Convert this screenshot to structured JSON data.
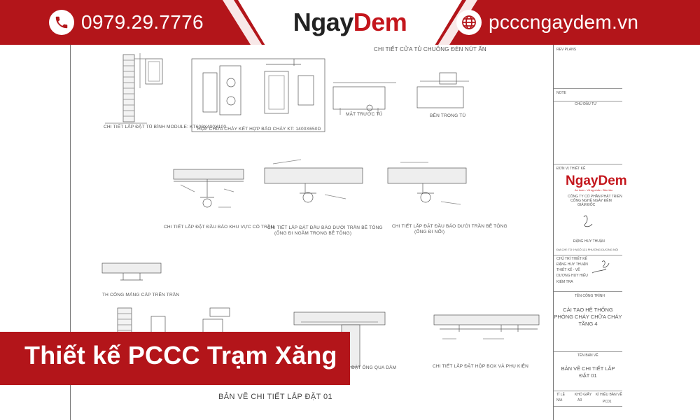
{
  "banner": {
    "phone": "0979.29.7776",
    "brand_left": "Ngay",
    "brand_right": "Dem",
    "website": "pcccngaydem.vn",
    "phone_icon": "phone-icon",
    "globe_icon": "globe-icon",
    "color_primary": "#b3151a",
    "color_brand": "#c4161c"
  },
  "drawing": {
    "top_header": "CHI TIẾT CỬA TỦ CHUÔNG ĐÈN NÚT ẤN",
    "detail_1": "CHI TIẾT LẮP ĐẶT TỦ BÌNH MODULE: KT600X400X100",
    "detail_2": "HỘP CHỮA CHÁY KẾT HỢP BÁO CHÁY KT: 1400X650D",
    "detail_3a": "MẶT TRƯỚC TỦ",
    "detail_3b": "BÊN TRONG TỦ",
    "detail_4": "CHI TIẾT LẮP ĐẶT ĐẦU BÁO KHU VỰC CÓ TRẦN",
    "detail_5a": "CHI TIẾT LẮP ĐẶT ĐẦU BÁO DƯỚI TRẦN BÊ TÔNG",
    "detail_5b": "(ỐNG ĐI NGẦM TRONG BÊ TÔNG)",
    "detail_6a": "CHI TIẾT LẮP ĐẶT ĐẦU BÁO DƯỚI TRẦN BÊ TÔNG",
    "detail_6b": "(ỐNG ĐI NỔI)",
    "detail_7": "TH CÔNG MÁNG CÁP TRÊN TRẦN",
    "detail_8": "ĐẶT ỐNG QUA DẦM",
    "detail_9": "CHI TIẾT LẮP ĐẶT HỘP BOX VÀ PHỤ KIỆN",
    "sheet_title": "BẢN VẼ CHI TIẾT LẮP ĐẶT 01"
  },
  "title_block": {
    "rev": "REV PLANS",
    "note": "NOTE",
    "owner": "CHỦ ĐẦU TƯ",
    "designer_unit": "ĐƠN VỊ THIẾT KẾ",
    "brand_left": "Ngay",
    "brand_right": "Dem",
    "slogan": "An toàn - Vững chắc - Bền lâu",
    "company_1": "CÔNG TY CỔ PHẦN PHÁT TRIỂN",
    "company_2": "CÔNG NGHỆ NGÀY ĐÊM",
    "director_title": "GIÁM ĐỐC",
    "director_name": "ĐẶNG HUY THUẬN",
    "address": "ĐỊA CHỈ: TỔ 9 NGÕ 121 PHƯỜNG DƯƠNG NỘI",
    "design_lead": "CHỦ TRÌ THIẾT KẾ",
    "lead_name": "ĐẶNG HUY THUẬN",
    "drafter": "THIẾT KẾ - VẼ",
    "drafter_name": "DƯƠNG HUY HIẾU",
    "checker": "KIỂM TRA",
    "project_label": "TÊN CÔNG TRÌNH",
    "project_1": "CẢI TẠO HỆ THỐNG",
    "project_2": "PHÒNG CHÁY CHỮA CHÁY",
    "project_3": "TẦNG 4",
    "drawing_label": "TÊN BẢN VẼ",
    "drawing_1": "BẢN VẼ CHI TIẾT LẮP",
    "drawing_2": "ĐẶT 01",
    "scale_label": "TỈ LỆ",
    "scale": "N/A",
    "paper_label": "KHỔ GIẤY",
    "paper": "A3",
    "code_label": "KÍ HIỆU BẢN VẼ",
    "code": "PC01"
  },
  "caption": {
    "text": "Thiết kế PCCC Trạm Xăng"
  }
}
